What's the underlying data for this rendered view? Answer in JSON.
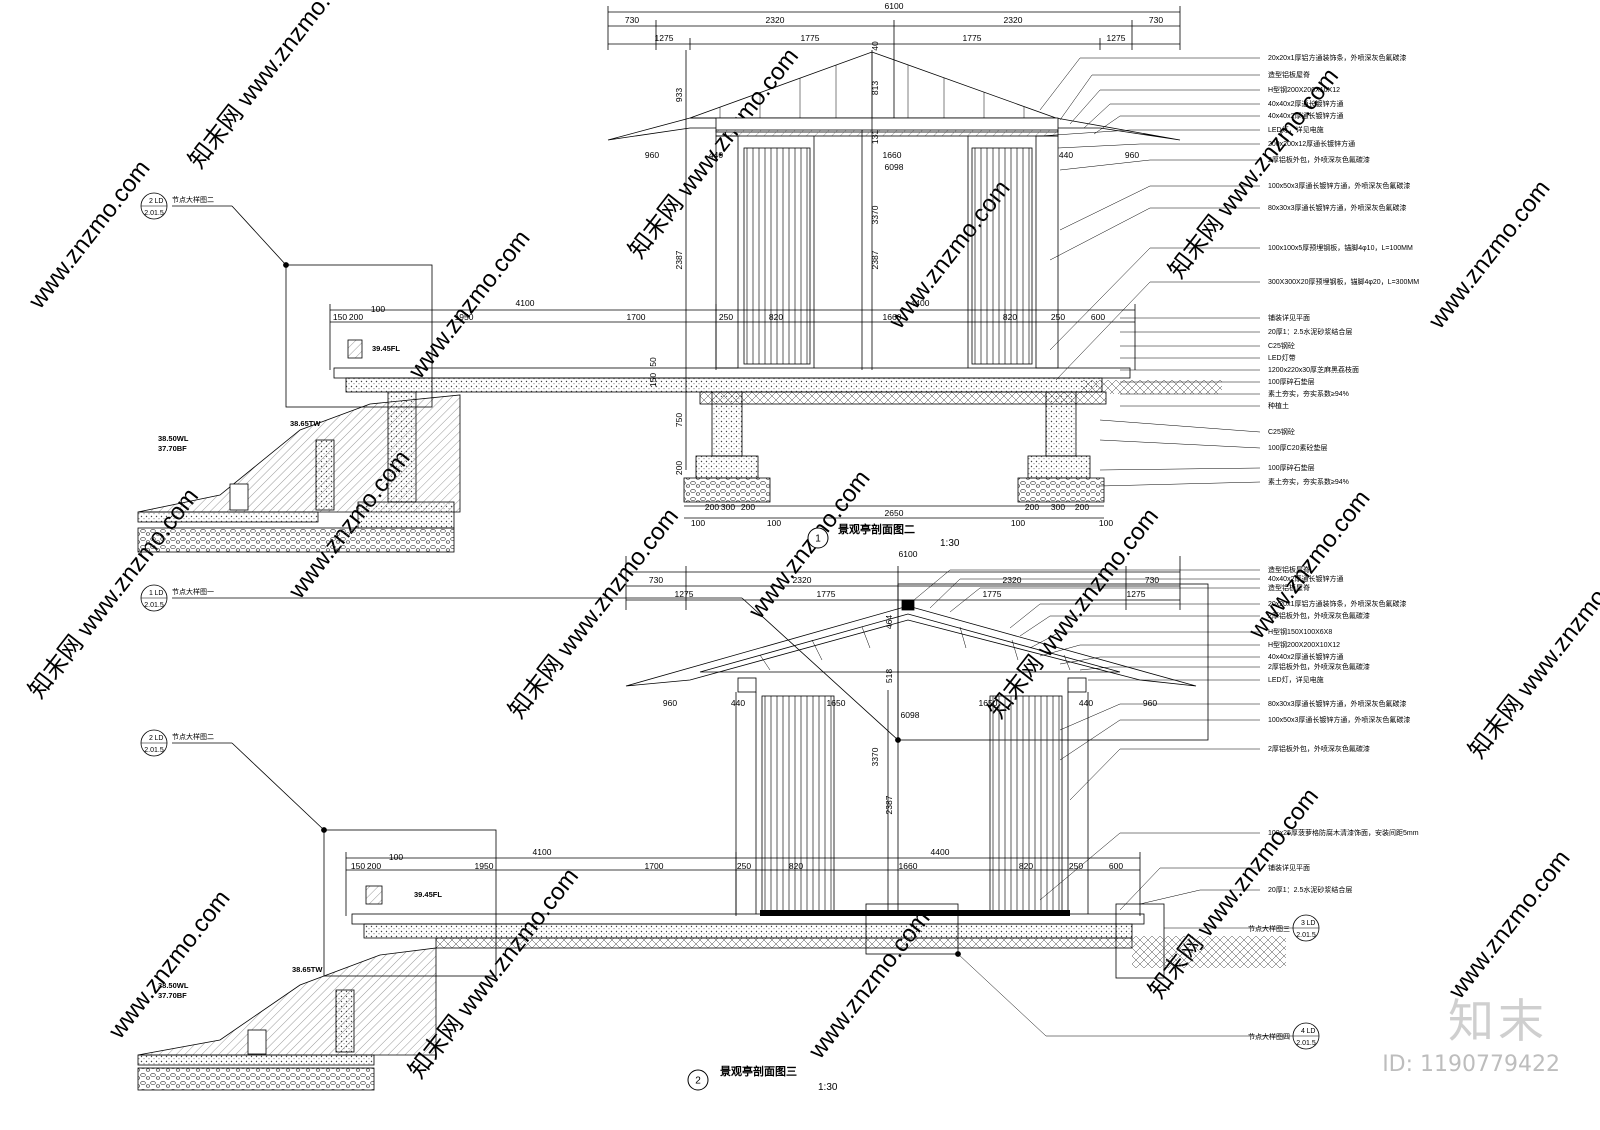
{
  "watermark": "www.znzmo.com",
  "watermark_cn": "知末网",
  "brand": "知末",
  "id_label": "ID: 1190779422",
  "section1": {
    "title": "景观亭剖面图二",
    "num": "1",
    "scale": "1:30",
    "top_dims": [
      "730",
      "2320",
      "2320",
      "730"
    ],
    "total_dim": "6100",
    "second_dims": [
      "1275",
      "1775",
      "1775",
      "1275"
    ],
    "mid_dims": [
      "960",
      "440",
      "1660",
      "440",
      "960"
    ],
    "mid_total": "6098",
    "deck_dims": [
      "4100",
      "4400"
    ],
    "deck_sub": [
      "150",
      "200",
      "1950",
      "1700",
      "250",
      "820",
      "1660",
      "820",
      "250",
      "600"
    ],
    "deck_small": "100",
    "vert_dims": [
      "933",
      "813",
      "3370",
      "2387",
      "2387",
      "750",
      "200",
      "131",
      "40",
      "150",
      "50"
    ],
    "bottom_dims": [
      "2650",
      "100",
      "200",
      "300",
      "200",
      "100",
      "100",
      "200",
      "300",
      "200",
      "100"
    ],
    "levels": [
      "39.45FL",
      "38.65TW",
      "38.50WL",
      "37.70BF"
    ],
    "notes": [
      "20x20x1厚铝方通装饰条，外喷深灰色氟碳漆",
      "造型铝板屋脊",
      "H型钢200X200X10X12",
      "40x40x2厚通长镀锌方通",
      "40x40x2厚通长镀锌方通",
      "LED灯，详见电施",
      "200x200x12厚通长镀锌方通",
      "2厚铝板外包，外喷深灰色氟碳漆",
      "100x50x3厚通长镀锌方通，外喷深灰色氟碳漆",
      "80x30x3厚通长镀锌方通，外喷深灰色氟碳漆",
      "100x100x5厚预埋钢板，锚脚4φ10，L=100MM",
      "300X300X20厚预埋钢板，锚脚4φ20，L=300MM",
      "铺装详见平面",
      "20厚1：2.5水泥砂浆结合层",
      "C25钢砼",
      "LED灯带",
      "1200x220x30厚芝麻黑荔枝面",
      "100厚碎石垫层",
      "素土夯实，夯实系数≥94%",
      "种植土",
      "C25钢砼",
      "100厚C20素砼垫层",
      "100厚碎石垫层",
      "素土夯实，夯实系数≥94%"
    ],
    "detail_ref": {
      "label": "节点大样图二",
      "num": "2",
      "sheet": "LD",
      "page": "2.01.5"
    }
  },
  "section2": {
    "title": "景观亭剖面图三",
    "num": "2",
    "scale": "1:30",
    "top_dims": [
      "730",
      "2320",
      "2320",
      "730"
    ],
    "total_dim": "6100",
    "second_dims": [
      "1275",
      "1775",
      "1775",
      "1275"
    ],
    "mid_dims": [
      "960",
      "440",
      "1650",
      "1650",
      "440",
      "960"
    ],
    "mid_total": "6098",
    "deck_dims": [
      "4100",
      "4400"
    ],
    "deck_sub": [
      "150",
      "200",
      "1950",
      "1700",
      "250",
      "820",
      "1660",
      "820",
      "250",
      "600"
    ],
    "deck_small": "100",
    "vert_dims": [
      "464",
      "518",
      "3370",
      "2387"
    ],
    "levels": [
      "39.45FL",
      "38.65TW",
      "38.50WL",
      "37.70BF"
    ],
    "notes": [
      "造型铝板屋脊",
      "40x40x2厚通长镀锌方通",
      "造型铝板屋脊",
      "20x20x1厚铝方通装饰条，外喷深灰色氟碳漆",
      "2厚铝板外包，外喷深灰色氟碳漆",
      "H型钢150X100X6X8",
      "H型钢200X200X10X12",
      "40x40x2厚通长镀锌方通",
      "2厚铝板外包，外喷深灰色氟碳漆",
      "LED灯，详见电施",
      "80x30x3厚通长镀锌方通，外喷深灰色氟碳漆",
      "100x50x3厚通长镀锌方通，外喷深灰色氟碳漆",
      "2厚铝板外包，外喷深灰色氟碳漆",
      "100x25厚菠萝格防腐木清漆饰面，安装间距5mm",
      "铺装详见平面",
      "20厚1：2.5水泥砂浆结合层"
    ],
    "detail_refs": [
      {
        "label": "节点大样图一",
        "num": "1",
        "sheet": "LD",
        "page": "2.01.5"
      },
      {
        "label": "节点大样图二",
        "num": "2",
        "sheet": "LD",
        "page": "2.01.5"
      },
      {
        "label": "节点大样图三",
        "num": "3",
        "sheet": "LD",
        "page": "2.01.5"
      },
      {
        "label": "节点大样图四",
        "num": "4",
        "sheet": "LD",
        "page": "2.01.5"
      }
    ]
  }
}
